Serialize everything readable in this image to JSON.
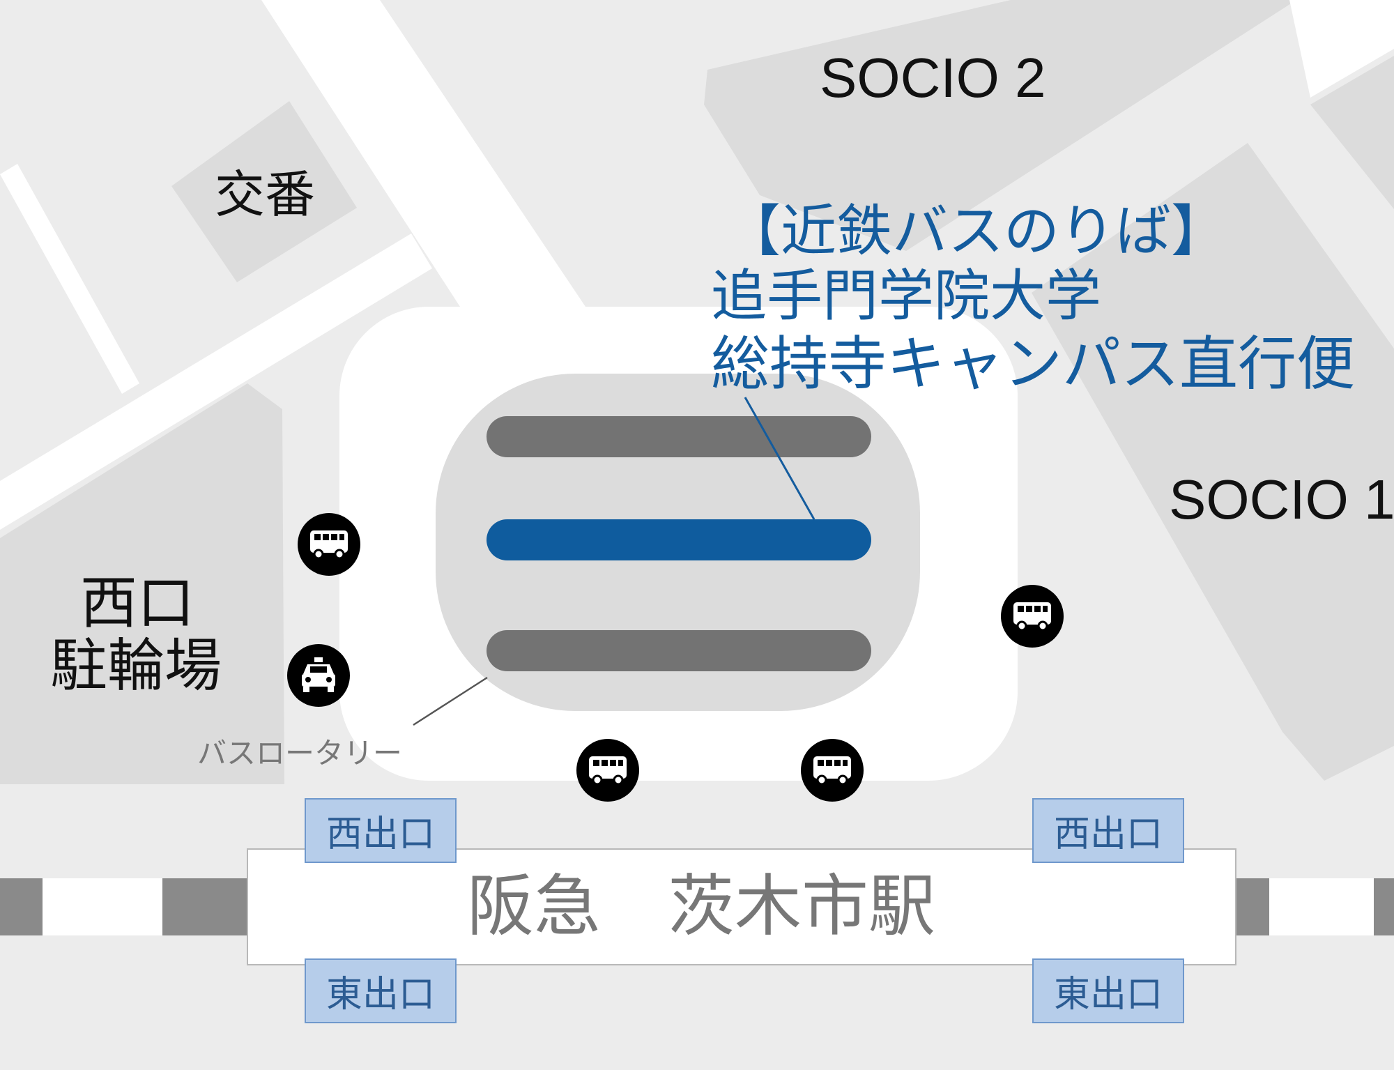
{
  "buildings": {
    "socio2": "SOCIO 2",
    "socio1": "SOCIO 1",
    "police_box": "交番",
    "bike_parking_line1": "西口",
    "bike_parking_line2": "駐輪場"
  },
  "bus_stop_callout": {
    "title": "【近鉄バスのりば】",
    "line1": "追手門学院大学",
    "line2": "総持寺キャンパス直行便"
  },
  "rotary_label": "バスロータリー",
  "station": {
    "name": "阪急　茨木市駅",
    "exits": {
      "west_left": "西出口",
      "west_right": "西出口",
      "east_left": "東出口",
      "east_right": "東出口"
    }
  },
  "icons": [
    "bus-icon",
    "taxi-icon",
    "bus-icon",
    "bus-icon",
    "bus-icon"
  ],
  "colors": {
    "highlight_platform": "#0f5c9e",
    "platform": "#737373",
    "callout_text": "#145c9e",
    "exit_fill": "#b6cdea"
  }
}
